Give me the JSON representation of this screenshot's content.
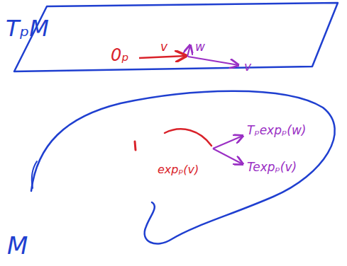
{
  "diagram": {
    "labels": [
      "TₚM",
      "0ₚ",
      "v",
      "w",
      "v",
      "M",
      "expₚ(v)",
      "Tₚexpₚ(w)",
      "Texpₚ(v)"
    ]
  }
}
